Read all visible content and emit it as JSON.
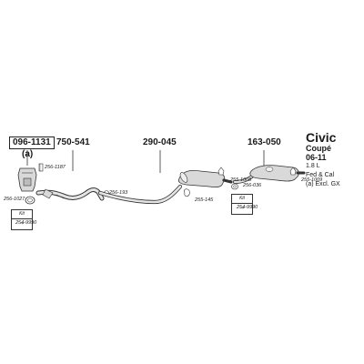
{
  "vehicle": {
    "model": "Civic",
    "body": "Coupé",
    "years": "06-11",
    "engine": "1.8 L",
    "market": "Fed & Cal",
    "note": "(a) Excl. GX"
  },
  "main_parts": {
    "catalytic": "096-1131",
    "catalytic_note": "(a)",
    "front_pipe": "750-541",
    "center_muffler": "290-045",
    "rear_muffler": "163-050"
  },
  "hardware": {
    "h_256_1187": "256-1187",
    "h_256_1027": "256-1027",
    "h_254_9990_a": "254-9990",
    "h_256_193": "256-193",
    "h_255_145": "255-145",
    "h_255_1008": "255-1008",
    "h_256_036": "256-036",
    "h_254_9990_b": "254-9990",
    "h_255_1009": "255-1009"
  },
  "kit_label": "Kit",
  "colors": {
    "line": "#1a1a1a",
    "part_fill": "#dcdcdc",
    "part_stroke": "#333333"
  }
}
